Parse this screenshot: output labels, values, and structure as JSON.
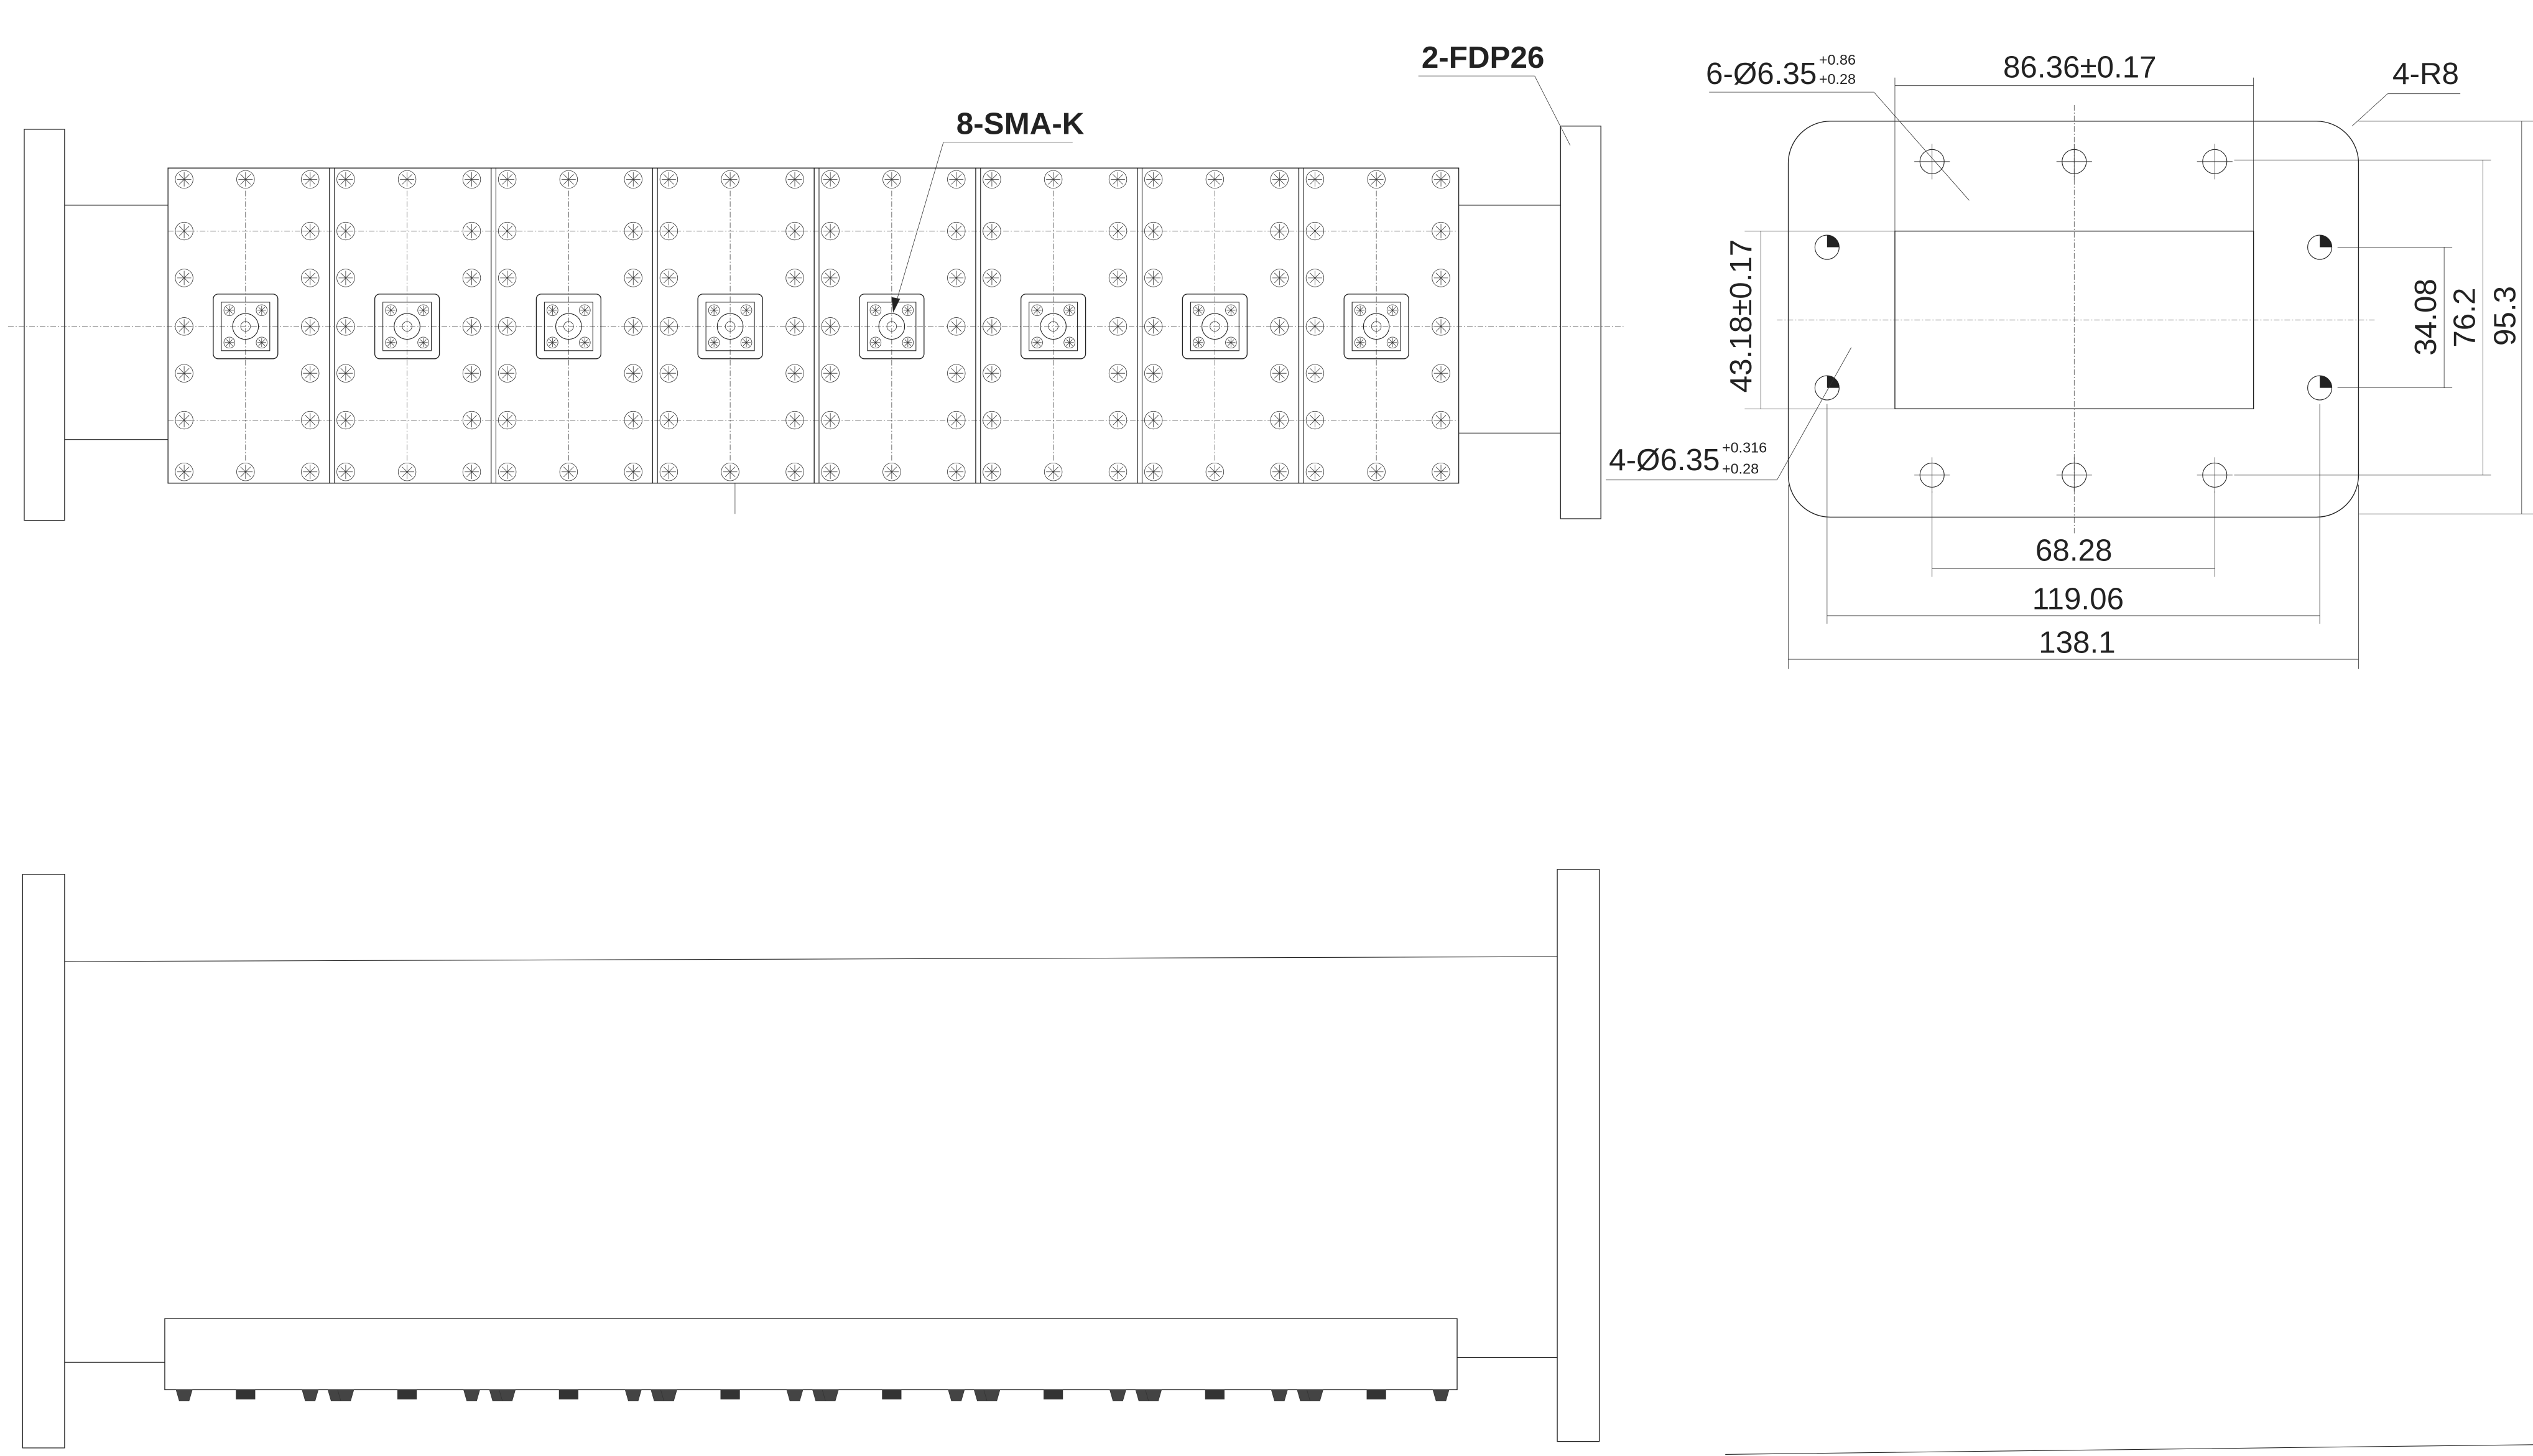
{
  "labels": {
    "flange": "2-FDP26",
    "connectors": "8-SMA-K",
    "corner_radius": "4-R8"
  },
  "dimensions": {
    "holes_top": {
      "prefix": "6-Ø6.35",
      "tol_upper": "+0.86",
      "tol_lower": "+0.28"
    },
    "holes_side": {
      "prefix": "4-Ø6.35",
      "tol_upper": "+0.316",
      "tol_lower": "+0.28"
    },
    "width_86": "86.36±0.17",
    "height_43": "43.18±0.17",
    "dim_34": "34.08",
    "dim_76": "76.2",
    "dim_95": "95.3",
    "dim_68": "68.28",
    "dim_119": "119.06",
    "dim_138": "138.1"
  },
  "connector_count": 8
}
